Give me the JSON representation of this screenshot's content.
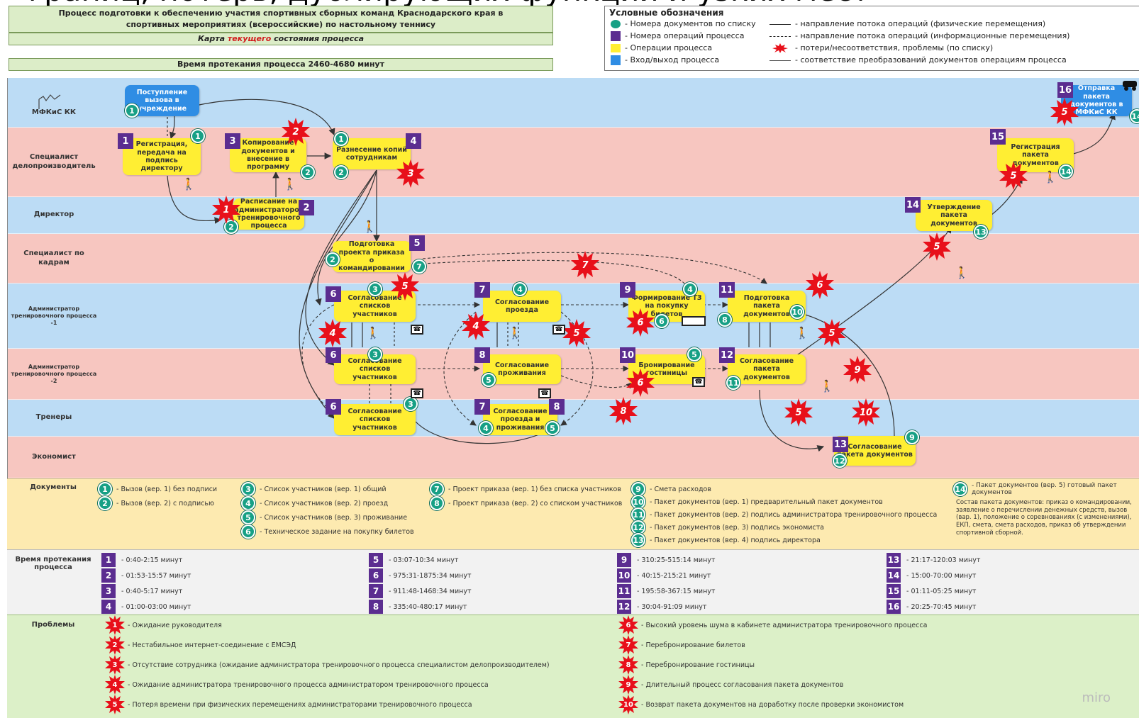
{
  "top_cut_text": "границ, потерь, дублирующих функций и узких мест",
  "header": {
    "title_line1": "Процесс подготовки к обеспечению участия спортивных сборных команд Краснодарского края в",
    "title_line2": "спортивных мероприятиях (всероссийские) по настольному теннису",
    "map_label_pre": "Карта ",
    "map_label_em": "текущего",
    "map_label_post": " состояния процесса",
    "duration": "Время протекания процесса 2460-4680 минут"
  },
  "legend": {
    "title": "Условные обозначения",
    "items": [
      "- Номера документов по списку",
      "- Номера операций процесса",
      "- Операции процесса",
      "- Вход/выход процесса",
      "- направление потока операций (физические перемещения)",
      "- направление потока операций (информационные перемещения)",
      "- потери/несоответствия, проблемы (по списку)",
      "- соответствие преобразований документов операциям процесса"
    ]
  },
  "lanes": [
    "МФКиС КК",
    "Специалист делопроизводитель",
    "Директор",
    "Специалист по кадрам",
    "Администратор тренировочного процесса -1",
    "Администратор тренировочного процесса -2",
    "Тренеры",
    "Экономист"
  ],
  "operations": {
    "in": "Поступление вызова в учреждение",
    "o1": "Регистрация, передача на подпись директору",
    "o2": "Расписание на администраторов тренировочного процесса",
    "o3": "Копирование документов и внесение в программу",
    "o4": "Разнесение копий сотрудникам",
    "o5": "Подготовка проекта приказа о командировании",
    "o6a": "Согласование списков участников",
    "o6b": "Согласование списков участников",
    "o6c": "Согласование списков участников",
    "o7": "Согласование проезда",
    "o8": "Согласование проживания",
    "o78": "Согласование проезда и проживания",
    "o9": "Формирование ТЗ на покупку билетов",
    "o10": "Бронирование гостиницы",
    "o11": "Подготовка пакета документов",
    "o12": "Согласование пакета документов",
    "o13": "Согласование пакета документов",
    "o14": "Утверждение пакета документов",
    "o15": "Регистрация пакета документов",
    "o16": "Отправка пакета документов в МФКиС КК"
  },
  "op_numbers": [
    "1",
    "2",
    "3",
    "4",
    "5",
    "6",
    "7",
    "8",
    "9",
    "10",
    "11",
    "12",
    "13",
    "14",
    "15",
    "16"
  ],
  "doc_numbers": [
    "1",
    "2",
    "3",
    "4",
    "5",
    "6",
    "7",
    "8",
    "9",
    "10",
    "11",
    "12",
    "13",
    "14"
  ],
  "problem_numbers": [
    "1",
    "2",
    "3",
    "4",
    "5",
    "6",
    "7",
    "8",
    "9",
    "10"
  ],
  "documents": {
    "label": "Документы",
    "items": [
      "- Вызов (вер. 1) без подписи",
      "- Вызов (вер. 2) с подписью",
      "- Список участников (вер. 1) общий",
      "- Список участников (вер. 2) проезд",
      "- Список участников (вер. 3) проживание",
      "- Техническое задание на покупку билетов",
      "- Проект приказа (вер. 1) без списка участников",
      "- Проект приказа (вер. 2) со списком участников",
      "- Смета расходов",
      "- Пакет документов (вер. 1) предварительный пакет документов",
      "- Пакет документов (вер. 2) подпись администратора тренировочного процесса",
      "- Пакет документов (вер. 3) подпись экономиста",
      "- Пакет документов (вер. 4) подпись директора",
      "- Пакет документов (вер. 5) готовый пакет документов"
    ],
    "note": "Состав пакета документов: приказ о командировании, заявление о перечислении денежных средств, вызов (вар. 1), положение о соревнованиях (с изменениями), ЕКП, смета, смета расходов, приказ об утверждении спортивной сборной."
  },
  "times": {
    "label": "Время протекания процесса",
    "items": [
      "- 0:40-2:15 минут",
      "- 01:53-15:57 минут",
      "- 0:40-5:17 минут",
      "- 01:00-03:00 минут",
      "- 03:07-10:34 минут",
      "- 975:31-1875:34 минут",
      "- 911:48-1468:34 минут",
      "- 335:40-480:17 минут",
      "- 310:25-515:14 минут",
      "- 40:15-215:21 минут",
      "- 195:58-367:15 минут",
      "- 30:04-91:09 минут",
      "- 21:17-120:03 минут",
      "- 15:00-70:00 минут",
      "- 01:11-05:25 минут",
      "- 20:25-70:45 минут"
    ]
  },
  "problems": {
    "label": "Проблемы",
    "items": [
      "- Ожидание руководителя",
      "- Нестабильное интернет-соединение с ЕМСЭД",
      "- Отсутствие сотрудника (ожидание администратора тренировочного процесса специалистом делопроизводителем)",
      "- Ожидание администратора тренировочного процесса администратором тренировочного процесса",
      "- Потеря времени при физических перемещениях администраторами тренировочного процесса",
      "- Высокий уровень шума в кабинете администратора тренировочного процесса",
      "- Перебронирование билетов",
      "- Перебронирование гостиницы",
      "- Длительный процесс согласования пакета документов",
      "- Возврат пакета документов на доработку после проверки экономистом"
    ]
  },
  "watermark": "miro",
  "colors": {
    "lane_blue": "#bcdcf5",
    "lane_pink": "#f7c6c0",
    "op_yellow": "#ffee33",
    "op_num_purple": "#5b2d90",
    "doc_green": "#17a085",
    "burst_red": "#e8101a",
    "docs_bg": "#fdeab0",
    "times_bg": "#f2f2f2",
    "problems_bg": "#dcf0c8"
  }
}
